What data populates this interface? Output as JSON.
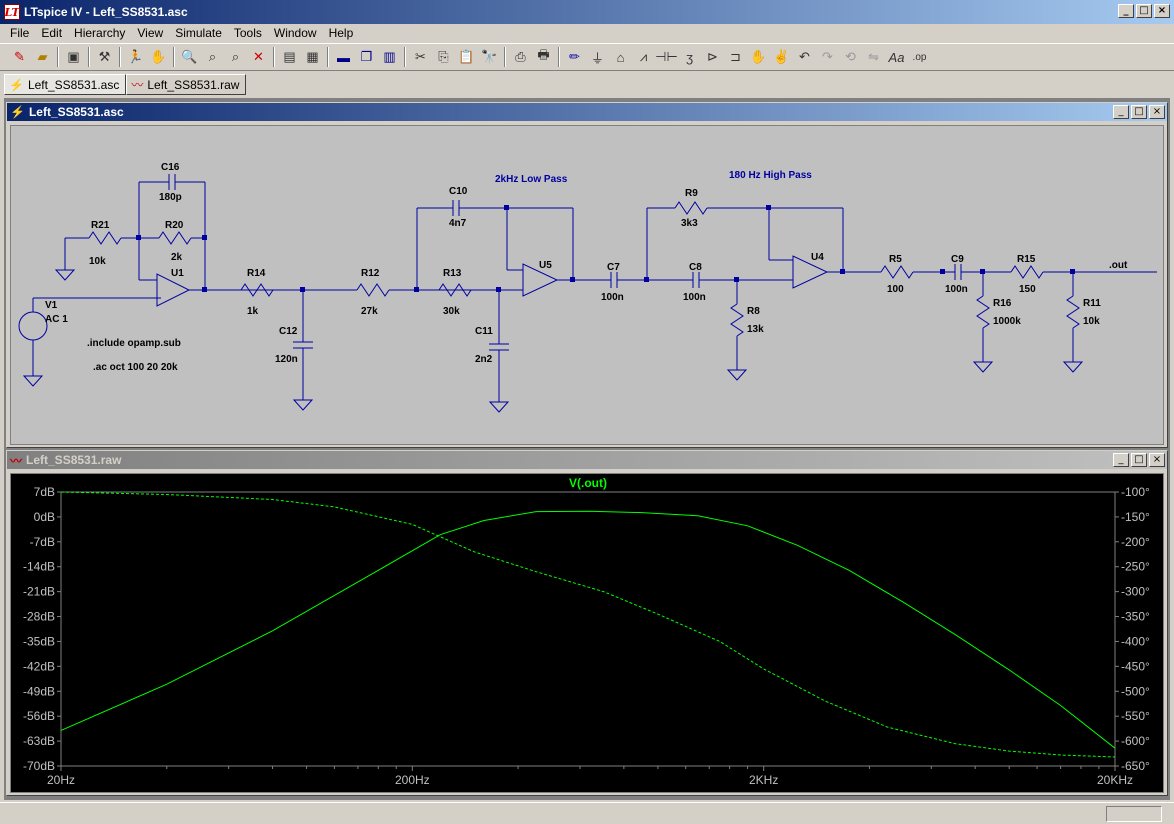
{
  "window": {
    "title": "LTspice IV - Left_SS8531.asc",
    "icon": "ltspice-logo",
    "min": "_",
    "max": "□",
    "close": "×"
  },
  "menu": [
    "File",
    "Edit",
    "Hierarchy",
    "View",
    "Simulate",
    "Tools",
    "Window",
    "Help"
  ],
  "toolbar_icons": [
    "new-schematic-icon",
    "open-icon",
    "save-icon",
    "control-panel-icon",
    "run-icon",
    "halt-icon",
    "zoom-in-icon",
    "zoom-area-icon",
    "zoom-out-icon",
    "zoom-cancel-icon",
    "autorange-icon",
    "grid-icon",
    "tile-horizontal-icon",
    "cascade-icon",
    "tile-vertical-icon",
    "cut-icon",
    "copy-icon",
    "paste-icon",
    "find-icon",
    "print-preview-icon",
    "print-icon",
    "wire-icon",
    "ground-icon",
    "label-icon",
    "resistor-icon",
    "capacitor-icon",
    "inductor-icon",
    "diode-icon",
    "component-icon",
    "move-icon",
    "drag-icon",
    "undo-icon",
    "redo-icon",
    "rotate-icon",
    "mirror-icon",
    "text-icon",
    "spice-directive-icon"
  ],
  "tabs": [
    {
      "label": "Left_SS8531.asc",
      "icon": "schematic-icon"
    },
    {
      "label": "Left_SS8531.raw",
      "icon": "waveform-icon"
    }
  ],
  "schematic_window": {
    "title": "Left_SS8531.asc"
  },
  "plot_window": {
    "title": "Left_SS8531.raw"
  },
  "schematic": {
    "labels": {
      "c16": "C16",
      "c16v": "180p",
      "r21": "R21",
      "r21v": "10k",
      "r20": "R20",
      "r20v": "2k",
      "u1": "U1",
      "v1": "V1",
      "v1v": "AC 1",
      "r14": "R14",
      "r14v": "1k",
      "c12": "C12",
      "c12v": "120n",
      "r12": "R12",
      "r12v": "27k",
      "c10": "C10",
      "c10v": "4n7",
      "r13": "R13",
      "r13v": "30k",
      "c11": "C11",
      "c11v": "2n2",
      "u5": "U5",
      "lp": "2kHz Low Pass",
      "c7": "C7",
      "c7v": "100n",
      "r9": "R9",
      "r9v": "3k3",
      "c8": "C8",
      "c8v": "100n",
      "r8": "R8",
      "r8v": "13k",
      "u4": "U4",
      "hp": "180 Hz High Pass",
      "r5": "R5",
      "r5v": "100",
      "c9": "C9",
      "c9v": "100n",
      "r16": "R16",
      "r16v": "1000k",
      "r15": "R15",
      "r15v": "150",
      "r11": "R11",
      "r11v": "10k",
      "out": ".out",
      "inc": ".include opamp.sub",
      "ac": ".ac oct 100 20 20k"
    }
  },
  "chart_data": {
    "type": "line",
    "title": "V(.out)",
    "x_scale": "log",
    "xlim": [
      20,
      20000
    ],
    "x_ticks": [
      "20Hz",
      "200Hz",
      "2KHz",
      "20KHz"
    ],
    "y_left": {
      "ylim": [
        -70,
        7
      ],
      "ticks": [
        "7dB",
        "0dB",
        "-7dB",
        "-14dB",
        "-21dB",
        "-28dB",
        "-35dB",
        "-42dB",
        "-49dB",
        "-56dB",
        "-63dB",
        "-70dB"
      ]
    },
    "y_right": {
      "ylim": [
        -650,
        -100
      ],
      "ticks": [
        "-100°",
        "-150°",
        "-200°",
        "-250°",
        "-300°",
        "-350°",
        "-400°",
        "-450°",
        "-500°",
        "-550°",
        "-600°",
        "-650°"
      ]
    },
    "grid": false,
    "color": "#00ff00",
    "series": [
      {
        "name": "V(.out)",
        "axis": "left",
        "style": "solid",
        "x": [
          20,
          40,
          80,
          160,
          240,
          320,
          450,
          640,
          900,
          1300,
          1800,
          2500,
          3500,
          5000,
          7000,
          10000,
          14000,
          20000
        ],
        "y": [
          -60,
          -47,
          -32,
          -15,
          -5,
          -1,
          1.5,
          1.6,
          1.2,
          0.3,
          -2.5,
          -8,
          -15,
          -24,
          -33,
          -43,
          -53,
          -65
        ]
      },
      {
        "name": "phase",
        "axis": "right",
        "style": "dashed",
        "x": [
          20,
          40,
          80,
          120,
          200,
          300,
          450,
          700,
          1000,
          1500,
          2000,
          3000,
          4500,
          7000,
          10000,
          14000,
          20000
        ],
        "y": [
          -100,
          -105,
          -115,
          -130,
          -165,
          -220,
          -260,
          -300,
          -345,
          -400,
          -455,
          -520,
          -572,
          -605,
          -620,
          -628,
          -632
        ]
      }
    ]
  },
  "status": {
    "text": ""
  }
}
